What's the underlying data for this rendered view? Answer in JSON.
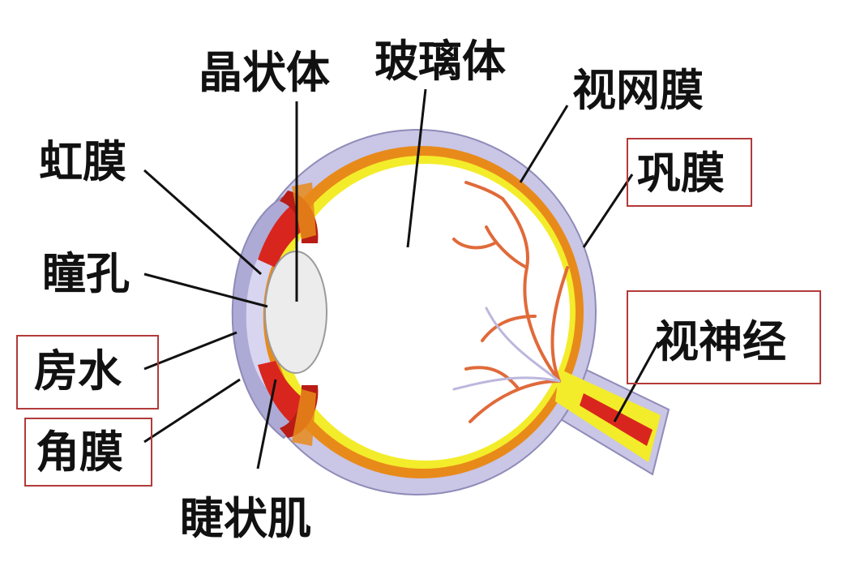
{
  "labels": {
    "lens": "晶状体",
    "vitreous": "玻璃体",
    "retina": "视网膜",
    "iris": "虹膜",
    "sclera": "巩膜",
    "pupil": "瞳孔",
    "optic_nerve": "视神经",
    "aqueous": "房水",
    "cornea": "角膜",
    "ciliary": "睫状肌"
  },
  "colors": {
    "sclera": "#c9c6e6",
    "choroid": "#e88a1a",
    "retina": "#f3ec2a",
    "iris": "#d8261e",
    "lens": "#ececec",
    "vessels": "#e06a3a",
    "cornea": "#aeaad6",
    "box": "#b33a3a"
  }
}
